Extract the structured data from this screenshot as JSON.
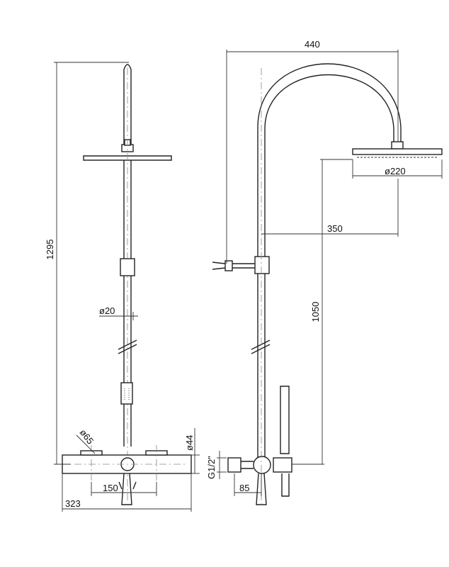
{
  "dimensions": {
    "overall_height": "1295",
    "arm_width": "440",
    "head_diameter": "ø220",
    "arm_projection": "350",
    "head_height": "1050",
    "pipe_diameter": "ø20",
    "knob_diameter": "ø65",
    "body_diameter": "ø44",
    "inlet_spacing": "150",
    "body_length": "323",
    "inlet_thread": "G1/2\"",
    "wall_offset": "85"
  }
}
